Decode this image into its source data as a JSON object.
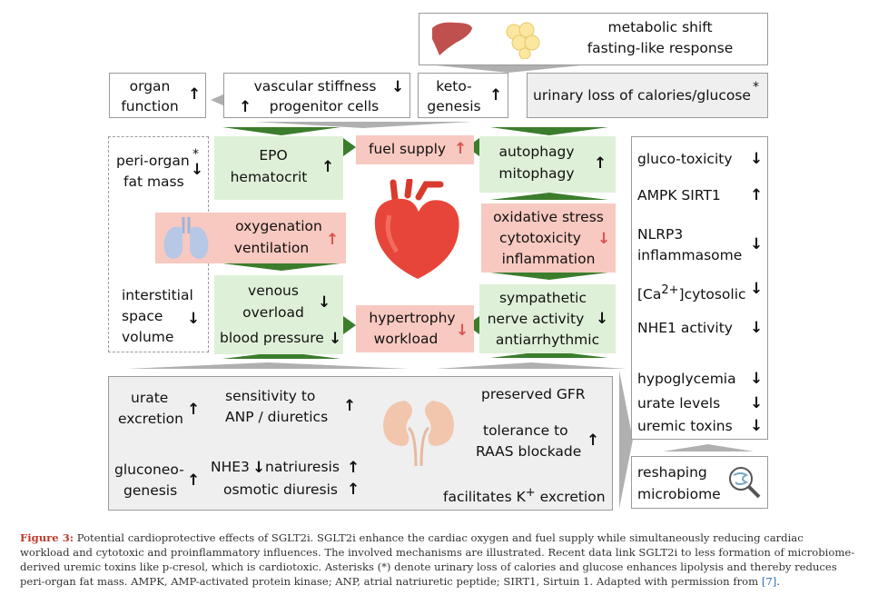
{
  "figure": {
    "top": {
      "metabolic": [
        "metabolic shift",
        "fasting-like response"
      ],
      "organ_function": [
        "organ",
        "function"
      ],
      "vascular": [
        "vascular stiffness",
        "progenitor cells"
      ],
      "ketogenesis": [
        "keto-",
        "genesis"
      ],
      "urinary": "urinary loss of calories/glucose",
      "asterisk": "*"
    },
    "middle": {
      "peri_organ": [
        "peri-organ",
        "fat mass"
      ],
      "epo": [
        "EPO",
        "hematocrit"
      ],
      "fuel_supply": "fuel supply",
      "autophagy": [
        "autophagy",
        "mitophagy"
      ],
      "oxygenation": [
        "oxygenation",
        "ventilation"
      ],
      "oxidative": [
        "oxidative stress",
        "cytotoxicity",
        "inflammation"
      ],
      "interstitial": [
        "interstitial",
        "space",
        "volume"
      ],
      "venous": [
        "venous",
        "overload",
        "blood pressure"
      ],
      "hypertrophy": [
        "hypertrophy",
        "workload"
      ],
      "sympathetic": [
        "sympathetic",
        "nerve activity",
        "antiarrhythmic"
      ]
    },
    "right_panel": {
      "items": [
        {
          "text": "gluco-toxicity"
        },
        {
          "text": "AMPK  SIRT1"
        },
        {
          "text": "NLRP3"
        },
        {
          "text": "inflammasome"
        },
        {
          "text": "[Ca2+]cytosolic"
        },
        {
          "text": "NHE1 activity"
        },
        {
          "text": "hypoglycemia"
        },
        {
          "text": "urate levels"
        },
        {
          "text": "uremic toxins"
        }
      ],
      "ca_prefix": "[Ca",
      "ca_sup": "2+",
      "ca_suffix": "]cytosolic"
    },
    "microbiome": [
      "reshaping",
      "microbiome"
    ],
    "kidney_panel": {
      "urate": [
        "urate",
        "excretion"
      ],
      "sensitivity": [
        "sensitivity to",
        "ANP / diuretics"
      ],
      "gluconeo": [
        "gluconeo-",
        "genesis"
      ],
      "nhe3": "NHE3",
      "natriuresis": "natriuresis",
      "osmotic": "osmotic diuresis",
      "gfr": "preserved GFR",
      "tolerance": [
        "tolerance to",
        "RAAS blockade"
      ],
      "potassium_prefix": "facilitates K",
      "potassium_sup": "+",
      "potassium_suffix": " excretion"
    },
    "colors": {
      "green": "#dff0d8",
      "pink": "#f8c9c0",
      "arrow_green": "#3b7d2c",
      "gray": "#b0b0b0",
      "red": "#d9534f"
    }
  },
  "caption": {
    "label": "Figure 3:",
    "text": " Potential cardioprotective effects of SGLT2i. SGLT2i enhance the cardiac oxygen and fuel supply while simultaneously reducing cardiac workload and cytotoxic and proinflammatory influences. The involved mechanisms are illustrated. Recent data link SGLT2i to less formation of microbiome-derived uremic toxins like p-cresol, which is cardiotoxic. Asterisks (*) denote urinary loss of calories and glucose enhances lipolysis and thereby reduces peri-organ fat mass. AMPK, AMP-activated protein kinase; ANP, atrial natriuretic peptide; SIRT1, Sirtuin 1. Adapted with permission from ",
    "ref": "[7]",
    "end": "."
  }
}
